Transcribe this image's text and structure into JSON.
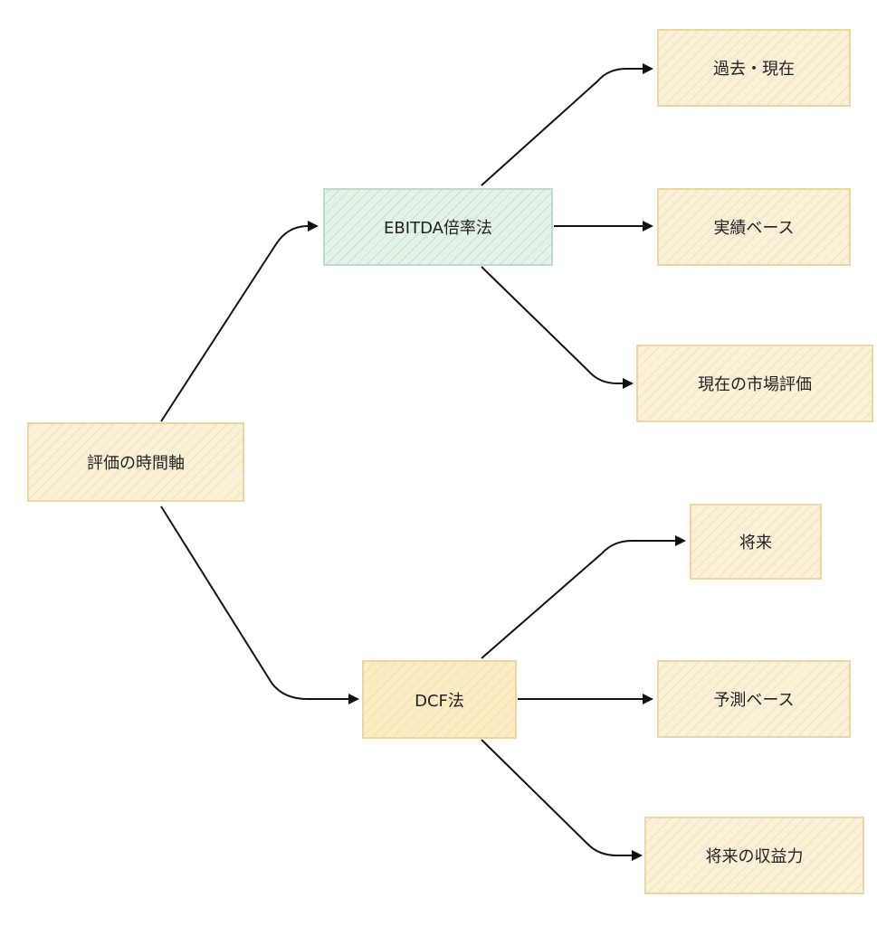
{
  "diagram": {
    "colors": {
      "node_fill": "#fbf1d9",
      "node_border": "#ead7a6",
      "highlight_fill": "#e4f3e8",
      "highlight_border": "#bfdcc6",
      "edge": "#111111"
    },
    "nodes": {
      "root": {
        "label": "評価の時間軸"
      },
      "ebitda": {
        "label": "EBITDA倍率法"
      },
      "dcf": {
        "label": "DCF法"
      },
      "past_present": {
        "label": "過去・現在"
      },
      "actual_basis": {
        "label": "実績ベース"
      },
      "market_eval": {
        "label": "現在の市場評価"
      },
      "future": {
        "label": "将来"
      },
      "forecast_basis": {
        "label": "予測ベース"
      },
      "future_earnings": {
        "label": "将来の収益力"
      }
    },
    "edges": [
      {
        "from": "root",
        "to": "ebitda"
      },
      {
        "from": "root",
        "to": "dcf"
      },
      {
        "from": "ebitda",
        "to": "past_present"
      },
      {
        "from": "ebitda",
        "to": "actual_basis"
      },
      {
        "from": "ebitda",
        "to": "market_eval"
      },
      {
        "from": "dcf",
        "to": "future"
      },
      {
        "from": "dcf",
        "to": "forecast_basis"
      },
      {
        "from": "dcf",
        "to": "future_earnings"
      }
    ]
  }
}
